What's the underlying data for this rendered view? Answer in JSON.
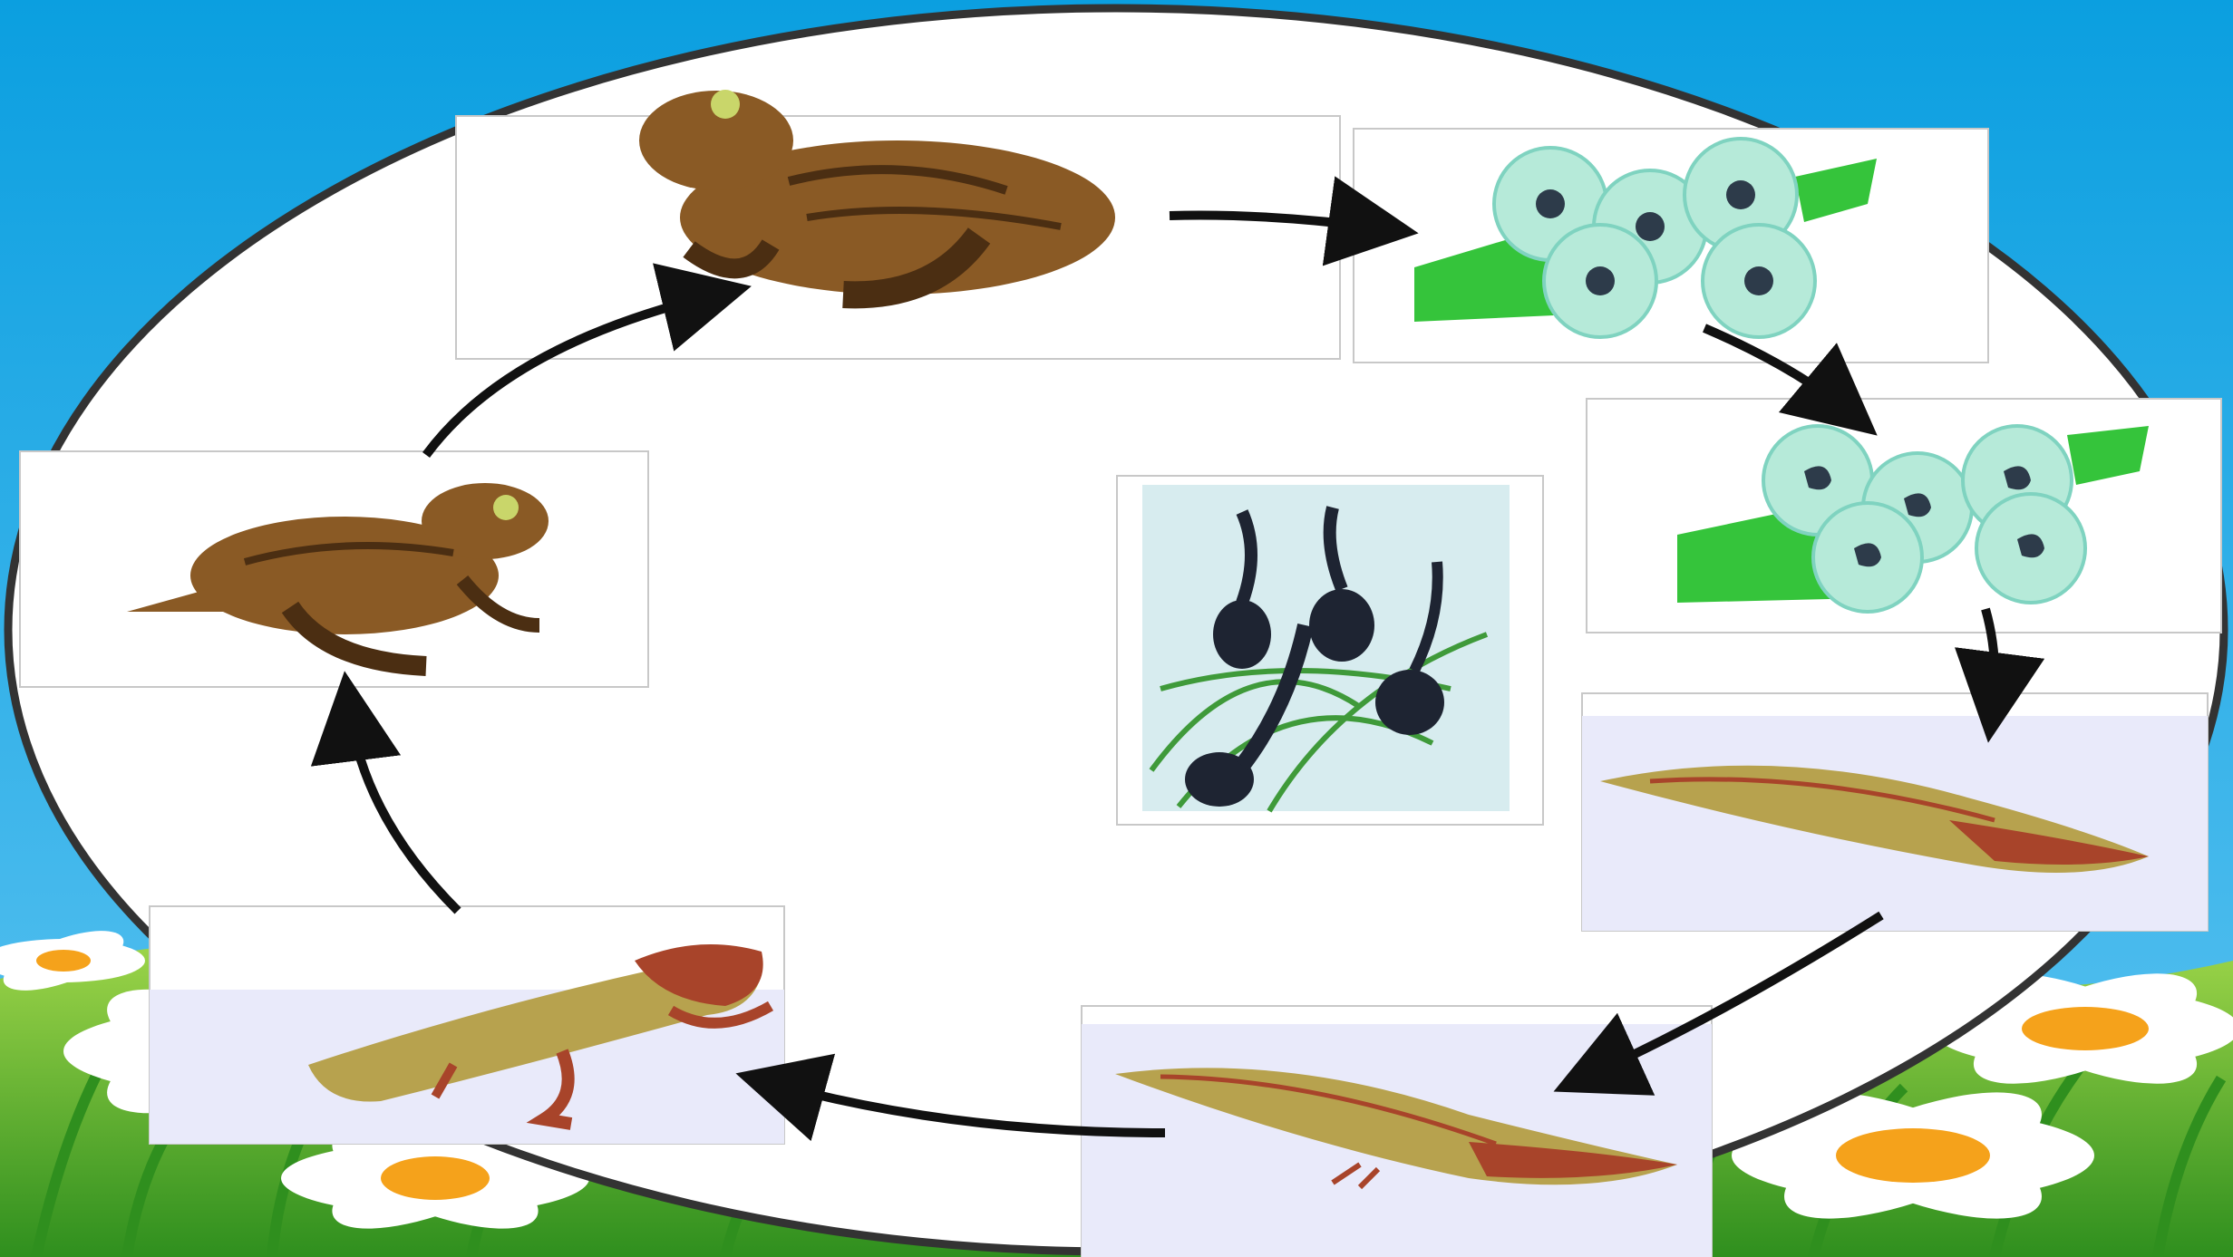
{
  "scene": {
    "colors": {
      "sky_top": "#0b9fe0",
      "sky_bottom": "#5cc3f1",
      "grass_light": "#9fd64a",
      "grass_dark": "#2f8f1e",
      "daisy_petal": "#ffffff",
      "daisy_center": "#f5a21b",
      "oval_fill": "#ffffff",
      "oval_border": "#333333",
      "panel_border": "#c8c8c8",
      "panel_tint": "#e9eafa",
      "frog_brown": "#8a5a25",
      "frog_dark": "#4b2e12",
      "egg_jelly": "#b6ead9",
      "egg_core": "#2d3b4a",
      "plant_green": "#35c43b",
      "tadpole_body": "#1e2432",
      "larva_olive": "#b7a24e",
      "larva_red": "#a8442a",
      "arrow": "#111111"
    }
  },
  "stages": [
    {
      "id": "adult-frog",
      "icon": "adult-frog-icon"
    },
    {
      "id": "frog-eggs",
      "icon": "frog-eggs-icon"
    },
    {
      "id": "developing-eggs",
      "icon": "developing-eggs-icon"
    },
    {
      "id": "hatching-larva",
      "icon": "hatching-larva-icon"
    },
    {
      "id": "tadpole-with-gills",
      "icon": "larva-icon"
    },
    {
      "id": "froglet-with-tail",
      "icon": "froglet-icon"
    },
    {
      "id": "young-frog",
      "icon": "young-frog-icon"
    }
  ],
  "inset": {
    "id": "tadpoles-in-water",
    "icon": "tadpoles-icon"
  },
  "arrows": [
    {
      "from": "adult-frog",
      "to": "frog-eggs"
    },
    {
      "from": "frog-eggs",
      "to": "developing-eggs"
    },
    {
      "from": "developing-eggs",
      "to": "hatching-larva"
    },
    {
      "from": "hatching-larva",
      "to": "tadpole-with-gills"
    },
    {
      "from": "tadpole-with-gills",
      "to": "froglet-with-tail"
    },
    {
      "from": "froglet-with-tail",
      "to": "young-frog"
    },
    {
      "from": "young-frog",
      "to": "adult-frog"
    }
  ]
}
